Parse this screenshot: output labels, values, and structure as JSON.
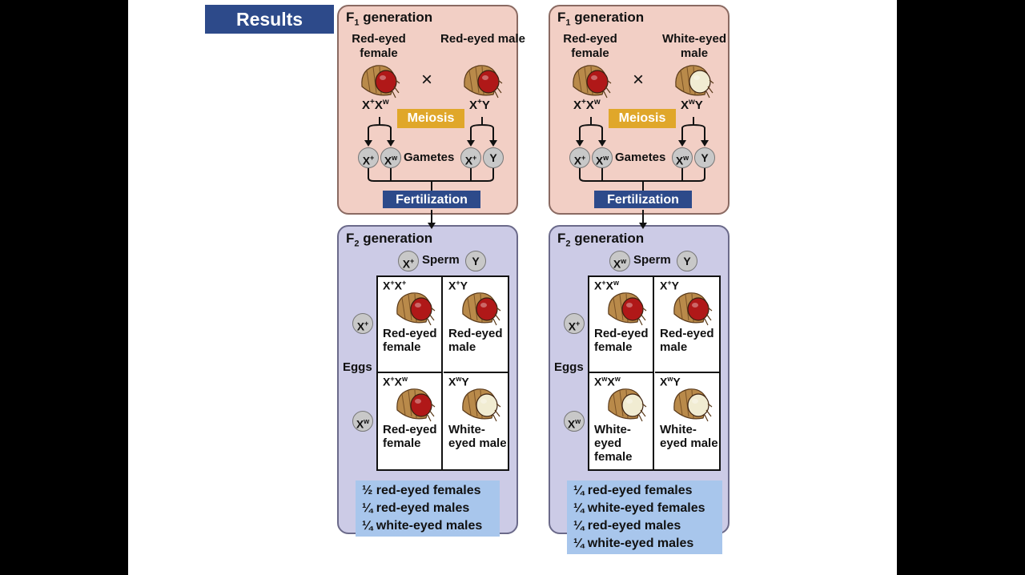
{
  "header": {
    "label": "Results"
  },
  "crosses": [
    {
      "f1": {
        "title": "F",
        "title_sub": "1",
        "title_rest": " generation",
        "female_label": "Red-eyed female",
        "male_label": "Red-eyed male",
        "cross_symbol": "×",
        "female_genotype": {
          "a": "X",
          "a_sup": "+",
          "b": "X",
          "b_sup": "w"
        },
        "male_genotype": {
          "a": "X",
          "a_sup": "+",
          "b": "Y",
          "b_sup": ""
        },
        "meiosis": "Meiosis",
        "gametes_label": "Gametes",
        "gametes": [
          {
            "base": "X",
            "sup": "+"
          },
          {
            "base": "X",
            "sup": "w"
          },
          {
            "base": "X",
            "sup": "+"
          },
          {
            "base": "Y",
            "sup": ""
          }
        ],
        "fertilization": "Fertilization",
        "female_eye": "red",
        "male_eye": "red"
      },
      "f2": {
        "title": "F",
        "title_sub": "2",
        "title_rest": " generation",
        "sperm_label": "Sperm",
        "eggs_label": "Eggs",
        "sperm": [
          {
            "base": "X",
            "sup": "+"
          },
          {
            "base": "Y",
            "sup": ""
          }
        ],
        "eggs": [
          {
            "base": "X",
            "sup": "+"
          },
          {
            "base": "X",
            "sup": "w"
          }
        ],
        "cells": [
          {
            "g1": "X",
            "s1": "+",
            "g2": "X",
            "s2": "+",
            "label": "Red-eyed female",
            "eye": "red"
          },
          {
            "g1": "X",
            "s1": "+",
            "g2": "Y",
            "s2": "",
            "label": "Red-eyed male",
            "eye": "red"
          },
          {
            "g1": "X",
            "s1": "+",
            "g2": "X",
            "s2": "w",
            "label": "Red-eyed female",
            "eye": "red"
          },
          {
            "g1": "X",
            "s1": "w",
            "g2": "Y",
            "s2": "",
            "label": "White-eyed male",
            "eye": "white"
          }
        ],
        "results": [
          "½ red-eyed females",
          "¼ red-eyed males",
          "¼ white-eyed males"
        ]
      }
    },
    {
      "f1": {
        "title": "F",
        "title_sub": "1",
        "title_rest": " generation",
        "female_label": "Red-eyed female",
        "male_label": "White-eyed male",
        "cross_symbol": "×",
        "female_genotype": {
          "a": "X",
          "a_sup": "+",
          "b": "X",
          "b_sup": "w"
        },
        "male_genotype": {
          "a": "X",
          "a_sup": "w",
          "b": "Y",
          "b_sup": ""
        },
        "meiosis": "Meiosis",
        "gametes_label": "Gametes",
        "gametes": [
          {
            "base": "X",
            "sup": "+"
          },
          {
            "base": "X",
            "sup": "w"
          },
          {
            "base": "X",
            "sup": "w"
          },
          {
            "base": "Y",
            "sup": ""
          }
        ],
        "fertilization": "Fertilization",
        "female_eye": "red",
        "male_eye": "white"
      },
      "f2": {
        "title": "F",
        "title_sub": "2",
        "title_rest": " generation",
        "sperm_label": "Sperm",
        "eggs_label": "Eggs",
        "sperm": [
          {
            "base": "X",
            "sup": "w"
          },
          {
            "base": "Y",
            "sup": ""
          }
        ],
        "eggs": [
          {
            "base": "X",
            "sup": "+"
          },
          {
            "base": "X",
            "sup": "w"
          }
        ],
        "cells": [
          {
            "g1": "X",
            "s1": "+",
            "g2": "X",
            "s2": "w",
            "label": "Red-eyed female",
            "eye": "red"
          },
          {
            "g1": "X",
            "s1": "+",
            "g2": "Y",
            "s2": "",
            "label": "Red-eyed male",
            "eye": "red"
          },
          {
            "g1": "X",
            "s1": "w",
            "g2": "X",
            "s2": "w",
            "label": "White-eyed female",
            "eye": "white"
          },
          {
            "g1": "X",
            "s1": "w",
            "g2": "Y",
            "s2": "",
            "label": "White-eyed male",
            "eye": "white"
          }
        ],
        "results": [
          "¼ red-eyed females",
          "¼ white-eyed females",
          "¼ red-eyed males",
          "¼ white-eyed males"
        ]
      }
    }
  ],
  "colors": {
    "red_eye": "#b01818",
    "white_eye": "#f1ecd2",
    "body": "#b98a4a",
    "f1_bg": "#f2cfc5",
    "f2_bg": "#cccbe6",
    "results_bg": "#a8c6ec",
    "blue_label": "#2d4a8a",
    "meiosis": "#e0a72a"
  }
}
